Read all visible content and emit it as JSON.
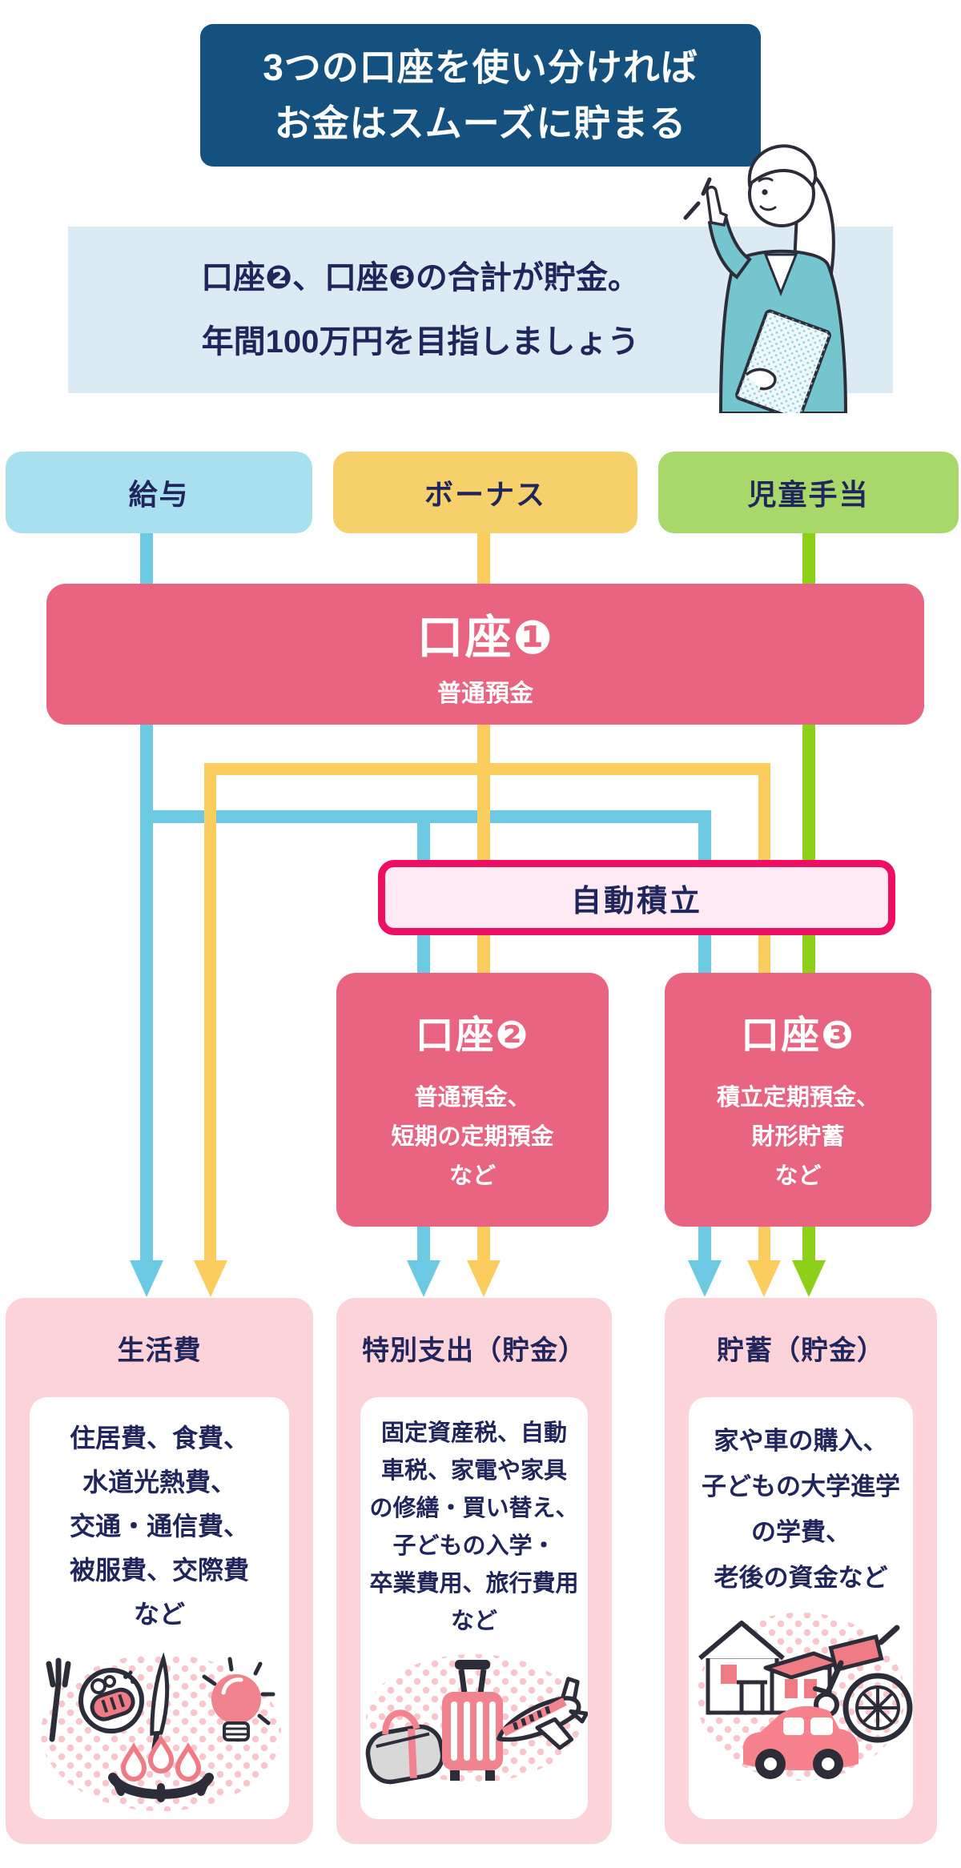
{
  "title": {
    "line1": "3つの口座を使い分ければ",
    "line2": "お金はスムーズに貯まる"
  },
  "note": {
    "line1": "口座❷、口座❸の合計が貯金。",
    "line2": "年間100万円を目指しましょう"
  },
  "sources": {
    "salary": "給与",
    "bonus": "ボーナス",
    "child_allowance": "児童手当"
  },
  "account1": {
    "name": "口座❶",
    "type": "普通預金"
  },
  "auto_transfer": {
    "label": "自動積立"
  },
  "account2": {
    "name": "口座❷",
    "types": [
      "普通預金、",
      "短期の定期預金",
      "など"
    ]
  },
  "account3": {
    "name": "口座❸",
    "types": [
      "積立定期預金、",
      "財形貯蓄",
      "など"
    ]
  },
  "spending": {
    "living": {
      "title": "生活費",
      "items": [
        "住居費、食費、",
        "水道光熱費、",
        "交通・通信費、",
        "被服費、交際費",
        "など"
      ],
      "icons": [
        "fork-icon",
        "plate-icon",
        "knife-icon",
        "lightbulb-icon",
        "gas-stove-icon"
      ]
    },
    "special": {
      "title": "特別支出（貯金）",
      "items": [
        "固定資産税、自動",
        "車税、家電や家具",
        "の修繕・買い替え、",
        "子どもの入学・",
        "卒業費用、旅行費用",
        "など"
      ],
      "icons": [
        "duffel-bag-icon",
        "suitcase-icon",
        "airplane-icon"
      ]
    },
    "savings": {
      "title": "貯蓄（貯金）",
      "items": [
        "家や車の購入、",
        "子どもの大学進学",
        "の学費、",
        "老後の資金など"
      ],
      "icons": [
        "house-icon",
        "wheelchair-icon",
        "car-icon"
      ]
    }
  },
  "colors": {
    "header_bg": "#15517e",
    "note_bg": "#dcebf3",
    "text_navy": "#20265c",
    "salary_bg": "#a9e0ef",
    "bonus_bg": "#f6d06b",
    "child_allowance_bg": "#a8d76a",
    "flow_blue": "#6cc9e2",
    "flow_yellow": "#fbcc5e",
    "flow_green": "#8dd01a",
    "account_pink": "#e96480",
    "auto_transfer_border": "#ee0f63",
    "auto_transfer_bg": "#fdeaf2",
    "destination_bg": "#fbd3d9",
    "icon_pink": "#f0838d",
    "icon_dark": "#2d2d3a"
  }
}
